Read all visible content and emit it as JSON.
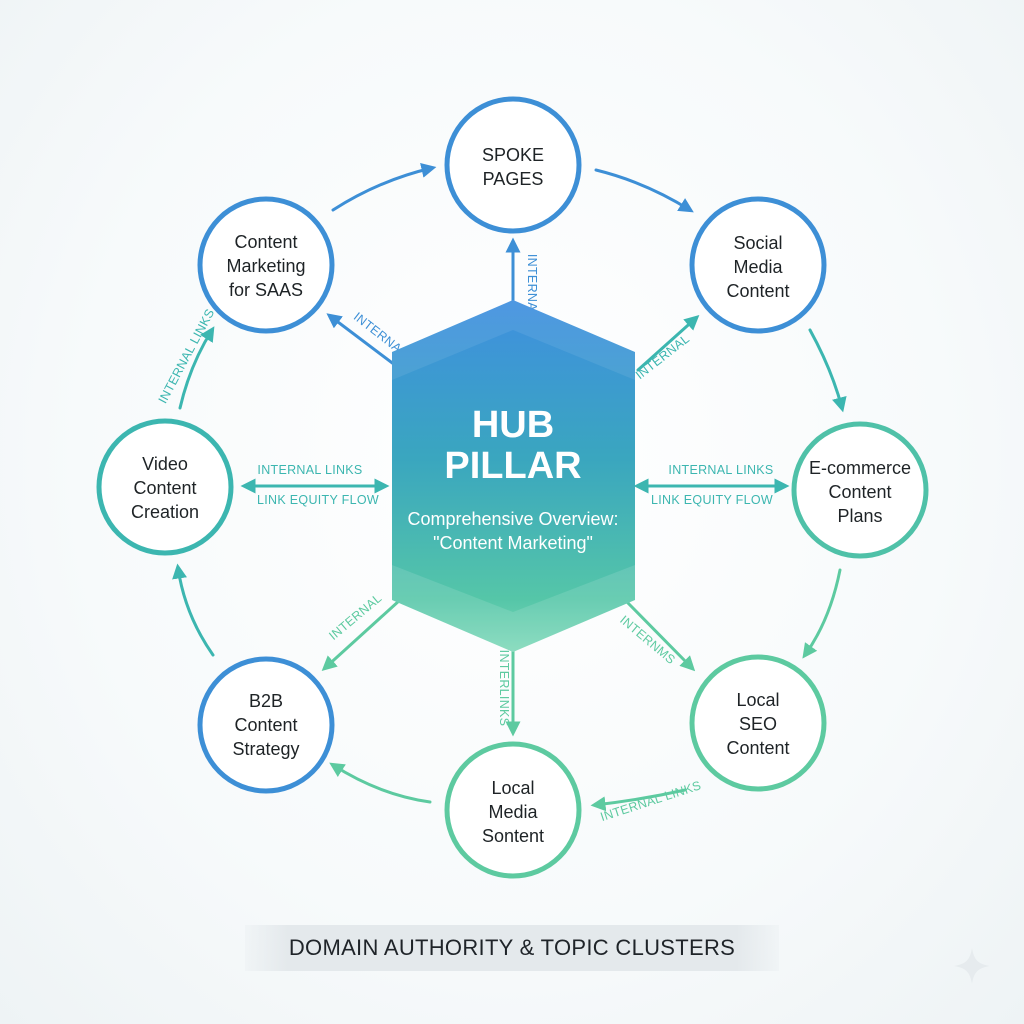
{
  "hub": {
    "title_line1": "HUB",
    "title_line2": "PILLAR",
    "subtitle_line1": "Comprehensive Overview:",
    "subtitle_line2": "\"Content Marketing\""
  },
  "nodes": {
    "spoke_pages": [
      "SPOKE",
      "PAGES"
    ],
    "social_media_content": [
      "Social",
      "Media",
      "Content"
    ],
    "ecommerce_content_plans": [
      "E-commerce",
      "Content",
      "Plans"
    ],
    "local_seo_content": [
      "Local",
      "SEO",
      "Content"
    ],
    "local_media_sontent": [
      "Local",
      "Media",
      "Sontent"
    ],
    "b2b_content_strategy": [
      "B2B",
      "Content",
      "Strategy"
    ],
    "video_content_creation": [
      "Video",
      "Content",
      "Creation"
    ],
    "content_marketing_saas": [
      "Content",
      "Marketing",
      "for SAAS"
    ]
  },
  "links": {
    "internal_links": "INTERNAL LINKS",
    "link_equity_flow": "LINK EQUITY FLOW",
    "internal": "INTERNAL",
    "internal_vertical_top": "INTERNAL",
    "internal_vertical_bottom": "INTERLINKS",
    "internms": "INTERNMS"
  },
  "caption": "DOMAIN AUTHORITY & TOPIC CLUSTERS",
  "colors": {
    "blue": "#3d8fd6",
    "teal": "#3cb6b0",
    "green": "#5dcaa0",
    "text": "#1e2326"
  }
}
